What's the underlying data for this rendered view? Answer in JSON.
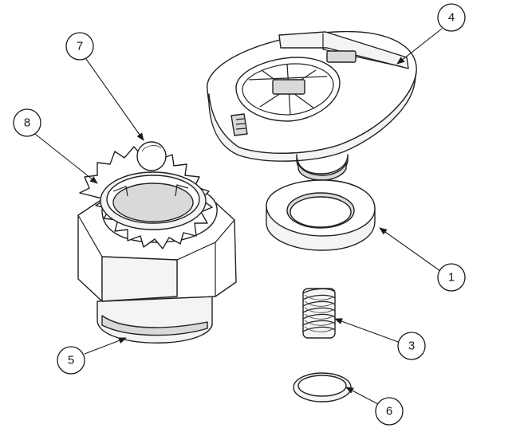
{
  "diagram": {
    "callouts": [
      {
        "id": "callout-1",
        "label": "1"
      },
      {
        "id": "callout-3",
        "label": "3"
      },
      {
        "id": "callout-4",
        "label": "4"
      },
      {
        "id": "callout-5",
        "label": "5"
      },
      {
        "id": "callout-6",
        "label": "6"
      },
      {
        "id": "callout-7",
        "label": "7"
      },
      {
        "id": "callout-8",
        "label": "8"
      }
    ]
  }
}
